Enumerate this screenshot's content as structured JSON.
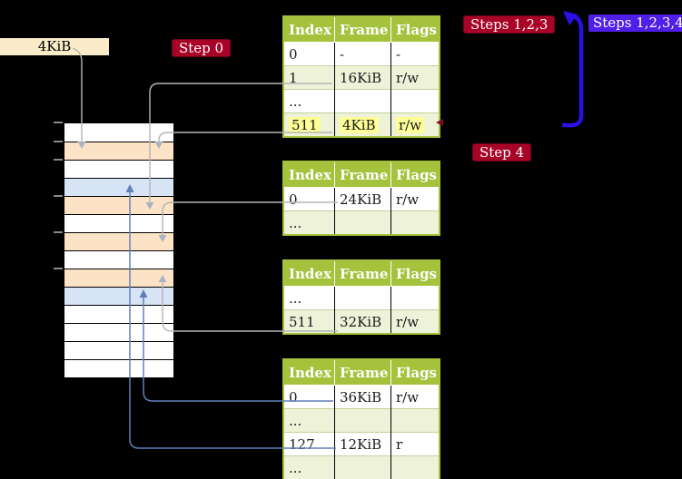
{
  "labels": {
    "frame_size": "4KiB",
    "step0": "Step 0",
    "steps123": "Steps 1,2,3",
    "steps1234": "Steps 1,2,3,4",
    "step4": "Step 4"
  },
  "memory": {
    "frames": [
      "plain",
      "table",
      "plain",
      "page",
      "table",
      "plain",
      "table",
      "plain",
      "table",
      "page",
      "plain",
      "plain",
      "plain",
      "plain"
    ]
  },
  "tables": [
    {
      "headers": [
        "Index",
        "Frame",
        "Flags"
      ],
      "rows": [
        {
          "cells": [
            "0",
            "-",
            "-"
          ],
          "highlight": false
        },
        {
          "cells": [
            "1",
            "16KiB",
            "r/w"
          ],
          "highlight": false
        },
        {
          "cells": [
            "...",
            "",
            ""
          ],
          "highlight": false
        },
        {
          "cells": [
            "511",
            "4KiB",
            "r/w"
          ],
          "highlight": true
        }
      ]
    },
    {
      "headers": [
        "Index",
        "Frame",
        "Flags"
      ],
      "rows": [
        {
          "cells": [
            "0",
            "24KiB",
            "r/w"
          ],
          "highlight": false
        },
        {
          "cells": [
            "...",
            "",
            ""
          ],
          "highlight": false
        }
      ]
    },
    {
      "headers": [
        "Index",
        "Frame",
        "Flags"
      ],
      "rows": [
        {
          "cells": [
            "...",
            "",
            ""
          ],
          "highlight": false
        },
        {
          "cells": [
            "511",
            "32KiB",
            "r/w"
          ],
          "highlight": false
        }
      ]
    },
    {
      "headers": [
        "Index",
        "Frame",
        "Flags"
      ],
      "rows": [
        {
          "cells": [
            "0",
            "36KiB",
            "r/w"
          ],
          "highlight": false
        },
        {
          "cells": [
            "...",
            "",
            ""
          ],
          "highlight": false
        },
        {
          "cells": [
            "127",
            "12KiB",
            "r"
          ],
          "highlight": false
        },
        {
          "cells": [
            "...",
            "",
            ""
          ],
          "highlight": false
        }
      ]
    }
  ],
  "colors": {
    "background": "#000000",
    "table_header": "#a4c23c",
    "table_border": "#a4c23c",
    "table_row_alt": "#edf2d8",
    "row_line": "#c2d29b",
    "highlight": "#feff96",
    "frame_plain": "#ffffff",
    "frame_table": "#fce3c5",
    "frame_page": "#d7e4f5",
    "label_bg": "#faecc8",
    "step_red": "#a80327",
    "step_blue": "#4f1fe8",
    "arrow_blue": "#2a10e6",
    "connector_gray": "#b5b5b5",
    "connector_blue": "#5e81ba",
    "arrowhead_gray": "#a9b3c2"
  }
}
